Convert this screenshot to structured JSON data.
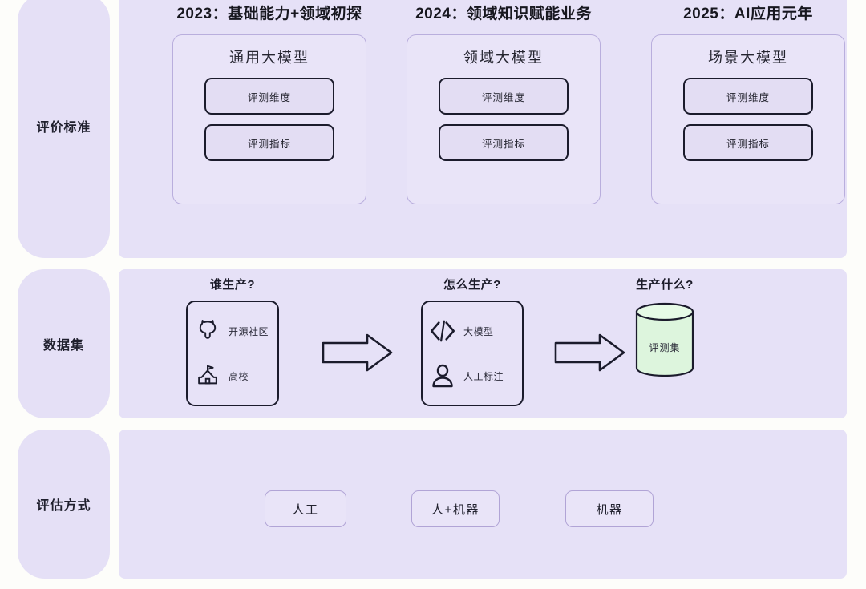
{
  "rails": [
    {
      "label": "评价标准"
    },
    {
      "label": "数据集"
    },
    {
      "label": "评估方式"
    }
  ],
  "roadmap": {
    "columns": [
      {
        "heading": "2023：基础能力+领域初探",
        "model_title": "通用大模型",
        "metrics": [
          "评测维度",
          "评测指标"
        ]
      },
      {
        "heading": "2024：领域知识赋能业务",
        "model_title": "领域大模型",
        "metrics": [
          "评测维度",
          "评测指标"
        ]
      },
      {
        "heading": "2025：AI应用元年",
        "model_title": "场景大模型",
        "metrics": [
          "评测维度",
          "评测指标"
        ]
      }
    ]
  },
  "pipeline": {
    "steps": [
      {
        "question": "谁生产?",
        "items": [
          {
            "icon": "github-icon",
            "caption": "开源社区"
          },
          {
            "icon": "school-icon",
            "caption": "高校"
          }
        ]
      },
      {
        "question": "怎么生产?",
        "items": [
          {
            "icon": "code-brackets-icon",
            "caption": "大模型"
          },
          {
            "icon": "person-icon",
            "caption": "人工标注"
          }
        ]
      },
      {
        "question": "生产什么?",
        "cylinder_label": "评测集"
      }
    ],
    "arrow_icon": "right-block-arrow-icon"
  },
  "evaluation": {
    "methods": [
      "人工",
      "人+机器",
      "机器"
    ]
  },
  "colors": {
    "page_background": "#fdfdfa",
    "panel_background": "#e6e1f7",
    "rail_background": "#e5e0f6",
    "card_border": "#b9aedd",
    "box_border": "#1b1b2c",
    "chip_border": "#b1a4d6",
    "cylinder_fill": "#ddf5dd",
    "text_primary": "#1c1c2b"
  }
}
